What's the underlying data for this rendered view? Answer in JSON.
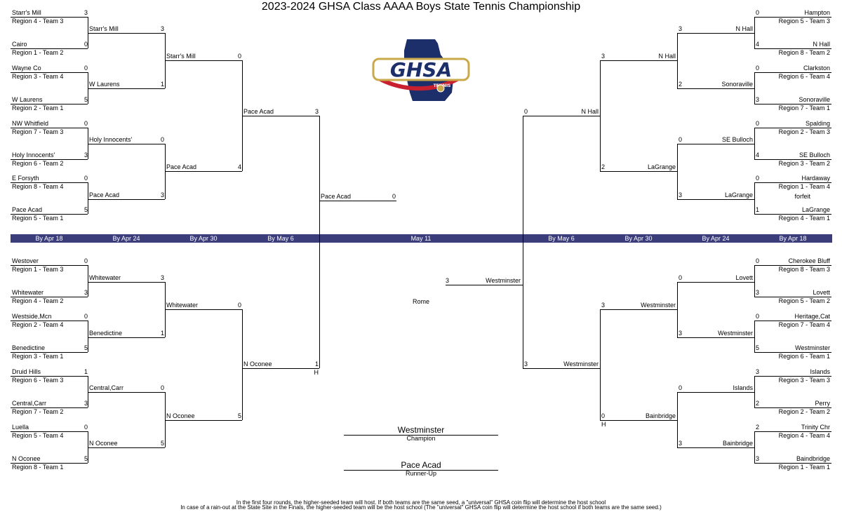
{
  "title": "2023-2024 GHSA Class AAAA Boys State Tennis Championship",
  "logo": {
    "text": "GHSA",
    "subtext": "TENNIS",
    "colors": {
      "navy": "#1c2f6b",
      "red": "#c8202f",
      "gold": "#c9a94a"
    }
  },
  "colors": {
    "band": "#3a3d7a",
    "band_text": "#ffffff",
    "line": "#000000"
  },
  "rounds": {
    "left": [
      "By Apr 18",
      "By Apr 24",
      "By Apr 30",
      "By May 6"
    ],
    "final": "May 11",
    "right": [
      "By May 6",
      "By Apr 30",
      "By Apr 24",
      "By Apr 18"
    ]
  },
  "first_round": {
    "top_left": [
      {
        "team": "Starr's Mill",
        "seed": "Region 4 - Team 3",
        "score": "3"
      },
      {
        "team": "Cairo",
        "seed": "Region 1 - Team 2",
        "score": "0"
      },
      {
        "team": "Wayne Co",
        "seed": "Region 3 - Team 4",
        "score": "0"
      },
      {
        "team": "W Laurens",
        "seed": "Region 2 - Team 1",
        "score": "5"
      },
      {
        "team": "NW Whitfield",
        "seed": "Region 7 - Team 3",
        "score": "0"
      },
      {
        "team": "Holy Innocents'",
        "seed": "Region 6 - Team 2",
        "score": "3"
      },
      {
        "team": "E Forsyth",
        "seed": "Region 8 - Team 4",
        "score": "0"
      },
      {
        "team": "Pace Acad",
        "seed": "Region 5 - Team 1",
        "score": "5"
      }
    ],
    "bottom_left": [
      {
        "team": "Westover",
        "seed": "Region 1 - Team 3",
        "score": "0"
      },
      {
        "team": "Whitewater",
        "seed": "Region 4 - Team 2",
        "score": "3"
      },
      {
        "team": "Westside,Mcn",
        "seed": "Region 2 - Team 4",
        "score": "0"
      },
      {
        "team": "Benedictine",
        "seed": "Region 3 - Team 1",
        "score": "5"
      },
      {
        "team": "Druid Hills",
        "seed": "Region 6 - Team 3",
        "score": "1"
      },
      {
        "team": "Central,Carr",
        "seed": "Region 7 - Team 2",
        "score": "3"
      },
      {
        "team": "Luella",
        "seed": "Region 5 - Team 4",
        "score": "0"
      },
      {
        "team": "N Oconee",
        "seed": "Region 8 - Team 1",
        "score": "5"
      }
    ],
    "top_right": [
      {
        "team": "Hampton",
        "seed": "Region 5 - Team 3",
        "score": "0"
      },
      {
        "team": "N Hall",
        "seed": "Region 8 - Team 2",
        "score": "4"
      },
      {
        "team": "Clarkston",
        "seed": "Region 6 - Team 4",
        "score": "0"
      },
      {
        "team": "Sonoraville",
        "seed": "Region 7 - Team 1",
        "score": "3"
      },
      {
        "team": "Spalding",
        "seed": "Region 2 - Team 3",
        "score": "0"
      },
      {
        "team": "SE Bulloch",
        "seed": "Region 3 - Team 2",
        "score": "4"
      },
      {
        "team": "Hardaway",
        "seed": "Region 1 - Team 4",
        "score": "0"
      },
      {
        "team": "LaGrange",
        "seed": "Region 4 - Team 1",
        "score": "1"
      }
    ],
    "bottom_right": [
      {
        "team": "Cherokee Bluff",
        "seed": "Region 8 - Team 3",
        "score": "0"
      },
      {
        "team": "Lovett",
        "seed": "Region 5 - Team 2",
        "score": "3"
      },
      {
        "team": "Heritage,Cat",
        "seed": "Region 7 - Team 4",
        "score": "0"
      },
      {
        "team": "Westminster",
        "seed": "Region 6 - Team 1",
        "score": "5"
      },
      {
        "team": "Islands",
        "seed": "Region 3 - Team 3",
        "score": "3"
      },
      {
        "team": "Perry",
        "seed": "Region 2 - Team 2",
        "score": "2"
      },
      {
        "team": "Trinity Chr",
        "seed": "Region 4 - Team 4",
        "score": "2"
      },
      {
        "team": "Baindbridge",
        "seed": "Region 1 - Team 1",
        "score": "3"
      }
    ]
  },
  "forfeit_note": "forfeit",
  "second_round": {
    "top_left": [
      {
        "team": "Starr's Mill",
        "score": "3"
      },
      {
        "team": "W Laurens",
        "score": "1"
      },
      {
        "team": "Holy Innocents'",
        "score": "0"
      },
      {
        "team": "Pace Acad",
        "score": "3"
      }
    ],
    "bottom_left": [
      {
        "team": "Whitewater",
        "score": "3"
      },
      {
        "team": "Benedictine",
        "score": "1"
      },
      {
        "team": "Central,Carr",
        "score": "0"
      },
      {
        "team": "N Oconee",
        "score": "5"
      }
    ],
    "top_right": [
      {
        "team": "N Hall",
        "score": "3"
      },
      {
        "team": "Sonoraville",
        "score": "2"
      },
      {
        "team": "SE Bulloch",
        "score": "0"
      },
      {
        "team": "LaGrange",
        "score": "3"
      }
    ],
    "bottom_right": [
      {
        "team": "Lovett",
        "score": "0"
      },
      {
        "team": "Westminster",
        "score": "3"
      },
      {
        "team": "Islands",
        "score": "0"
      },
      {
        "team": "Bainbridge",
        "score": "3"
      }
    ]
  },
  "quarterfinals": {
    "top_left": [
      {
        "team": "Starr's Mill",
        "score": "0"
      },
      {
        "team": "Pace Acad",
        "score": "4"
      }
    ],
    "bottom_left": [
      {
        "team": "Whitewater",
        "score": "0"
      },
      {
        "team": "N Oconee",
        "score": "5"
      }
    ],
    "top_right": [
      {
        "team": "N Hall",
        "score": "3"
      },
      {
        "team": "LaGrange",
        "score": "2"
      }
    ],
    "bottom_right": [
      {
        "team": "Westminster",
        "score": "3"
      },
      {
        "team": "Bainbridge",
        "score": "0",
        "host": "H"
      }
    ]
  },
  "semifinals": {
    "left": [
      {
        "team": "Pace Acad",
        "score": "3"
      },
      {
        "team": "N Oconee",
        "score": "1",
        "host": "H"
      }
    ],
    "right": [
      {
        "team": "N Hall",
        "score": "0"
      },
      {
        "team": "Westminster",
        "score": "3"
      }
    ]
  },
  "finals": {
    "left": {
      "team": "Pace Acad",
      "score": "0"
    },
    "right": {
      "team": "Westminster",
      "score": "3"
    },
    "site": "Rome"
  },
  "champion": {
    "team": "Westminster",
    "label": "Champion"
  },
  "runner_up": {
    "team": "Pace Acad",
    "label": "Runner-Up"
  },
  "footnotes": [
    "In the first four rounds, the higher-seeded team will host.  If both teams are the same seed, a \"universal\" GHSA coin flip will determine the host school",
    "In case of a rain-out at the State Site in the Finals, the higher-seeded team will be the host school (The \"universal\" GHSA coin flip will determine the host school if both teams are the same seed.)"
  ]
}
